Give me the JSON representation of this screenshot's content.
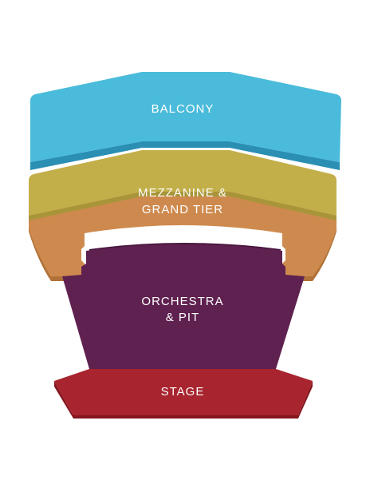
{
  "seating_chart": {
    "sections": {
      "balcony": {
        "label": "BALCONY",
        "color": "#4ABBDA",
        "shade": "#2A8FB3"
      },
      "mezzanine": {
        "label_line1": "MEZZANINE &",
        "label_line2": "GRAND TIER",
        "color": "#C3AF4A",
        "shade": "#A8953A"
      },
      "grand_tier": {
        "color": "#CE8A4E",
        "shade": "#B07238"
      },
      "orchestra": {
        "label_line1": "ORCHESTRA",
        "label_line2": "& PIT",
        "color": "#5F2150",
        "shade": "#4A1840"
      },
      "stage": {
        "label": "STAGE",
        "color": "#A8242E",
        "shade": "#86161F"
      }
    }
  }
}
